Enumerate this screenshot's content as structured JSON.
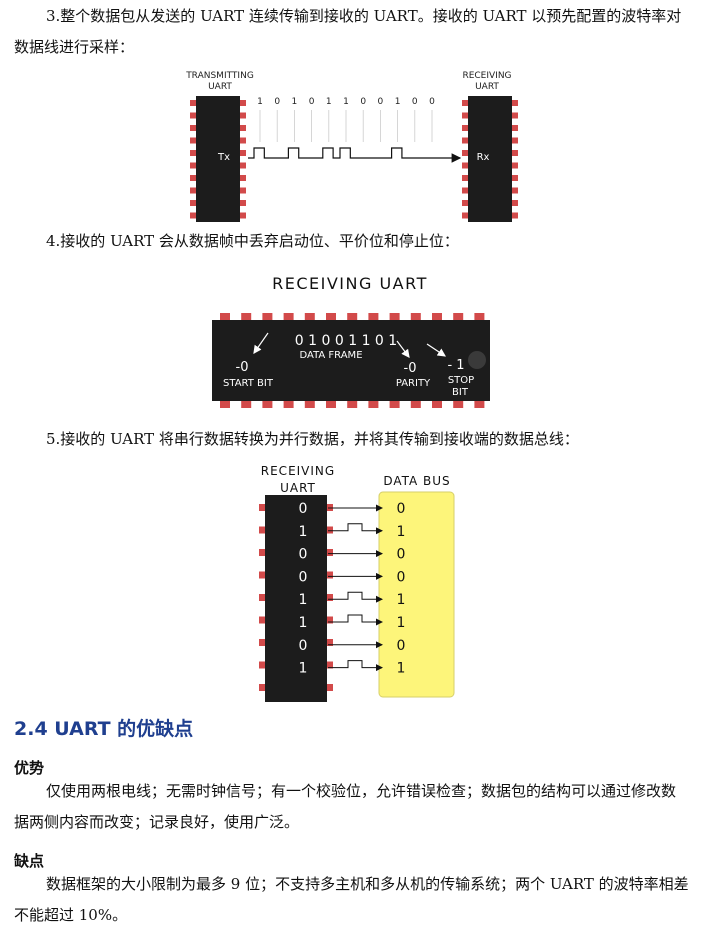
{
  "p1": "3.整个数据包从发送的 UART 连续传输到接收的 UART。接收的 UART 以预先配置的波特率对数据线进行采样：",
  "fig1": {
    "tx_title_1": "TRANSMITTING",
    "tx_title_2": "UART",
    "rx_title_1": "RECEIVING",
    "rx_title_2": "UART",
    "tx_label": "Tx",
    "rx_label": "Rx",
    "bits": [
      "1",
      "0",
      "1",
      "0",
      "1",
      "1",
      "0",
      "0",
      "1",
      "0",
      "0"
    ]
  },
  "p2": "4.接收的 UART 会从数据帧中丢弃启动位、平价位和停止位：",
  "fig2": {
    "title": "RECEIVING UART",
    "data_bits": "0 1 0 0 1 1 0 1",
    "data_frame_label": "DATA FRAME",
    "start_value": "-0",
    "start_label": "START BIT",
    "parity_value": "-0",
    "parity_label": "PARITY",
    "stop_value": "- 1",
    "stop_label_1": "STOP",
    "stop_label_2": "BIT"
  },
  "p3": "5.接收的 UART 将串行数据转换为并行数据，并将其传输到接收端的数据总线：",
  "fig3": {
    "uart_title_1": "RECEIVING",
    "uart_title_2": "UART",
    "bus_title": "DATA BUS",
    "bits": [
      "0",
      "1",
      "0",
      "0",
      "1",
      "1",
      "0",
      "1"
    ],
    "bus_color": "#fdf57a"
  },
  "section_title": "2.4 UART 的优缺点",
  "adv_heading": "优势",
  "adv_text": "仅使用两根电线；无需时钟信号；有一个校验位，允许错误检查；数据包的结构可以通过修改数据两侧内容而改变；记录良好，使用广泛。",
  "dis_heading": "缺点",
  "dis_text": "数据框架的大小限制为最多 9 位；不支持多主机和多从机的传输系统；两个 UART 的波特率相差不能超过 10%。"
}
